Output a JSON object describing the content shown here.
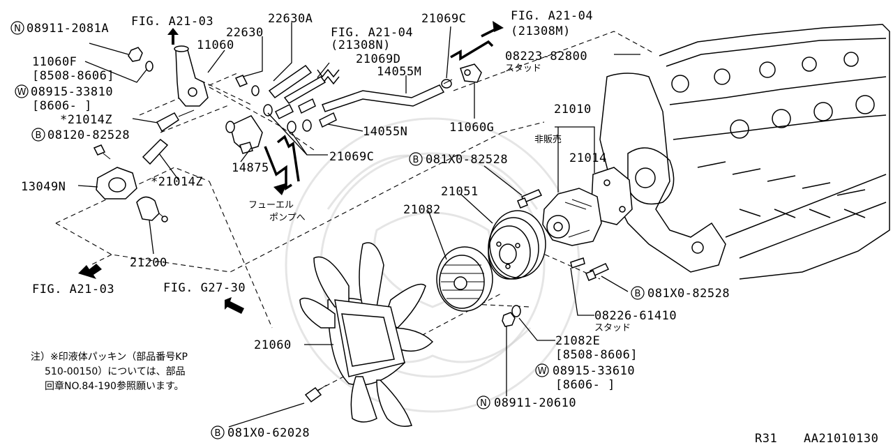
{
  "diagram": {
    "part_labels": {
      "p08911_2081a": "08911-2081A",
      "fig_a21_03_top": "FIG. A21-03",
      "p22630a": "22630A",
      "p22630": "22630",
      "p11060": "11060",
      "fig_a21_04_mid": "FIG. A21-04",
      "fig_a21_04_mid_sub": "(21308N)",
      "p21069c_top": "21069C",
      "fig_a21_04_top": "FIG. A21-04",
      "fig_a21_04_top_sub": "(21308M)",
      "p11060f": "11060F",
      "p11060f_date": "[8508-8606]",
      "p08915_33810": "08915-33810",
      "p08915_33810_date": "[8606-    ]",
      "p21069d": "21069D",
      "p14055m": "14055M",
      "p08223_82800": "08223-82800",
      "stud_1": "スタッド",
      "p21014z_1": "*21014Z",
      "p08120_82528": "08120-82528",
      "p14055n": "14055N",
      "p11060g": "11060G",
      "p21010": "21010",
      "not_for_sale": "非販売",
      "p21014": "21014",
      "p14875": "14875",
      "p21069c_mid": "21069C",
      "p081x0_82528_a": "081X0-82528",
      "p13049n": "13049N",
      "p21014z_2": "*21014Z",
      "p21051": "21051",
      "fuel_pump_1": "フューエル",
      "fuel_pump_2": "ポンプへ",
      "p21082": "21082",
      "p21200": "21200",
      "fig_a21_03_bottom": "FIG. A21-03",
      "fig_g27_30": "FIG. G27-30",
      "p081x0_82528_b": "081X0-82528",
      "p08226_61410": "08226-61410",
      "stud_2": "スタッド",
      "p21082e": "21082E",
      "p21082e_date": "[8508-8606]",
      "p08915_33610": "08915-33610",
      "p08915_33610_date": "[8606-    ]",
      "p21060": "21060",
      "p08911_20610": "08911-20610",
      "p081x0_62028": "081X0-62028"
    },
    "prefix_circles": {
      "n1": "N",
      "w1": "W",
      "b1": "B",
      "b2": "B",
      "b3": "B",
      "w2": "W",
      "n2": "N",
      "b4": "B"
    },
    "note": {
      "line1": "注）※印液体パッキン（部品番号KP",
      "line2": "510-00150）については、部品",
      "line3": "回章NO.84-190参照願います。"
    },
    "footer": {
      "model": "R31",
      "code": "AA21010130"
    }
  }
}
